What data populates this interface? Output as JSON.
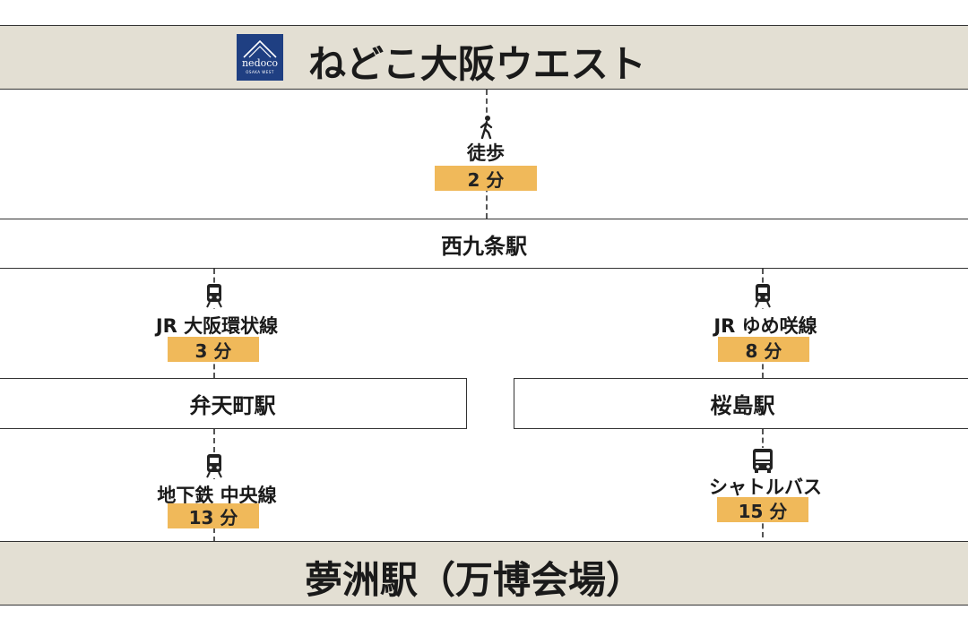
{
  "header": {
    "title": "ねどこ大阪ウエスト",
    "logo": {
      "text": "nedoco",
      "subtext": "OSAKA WEST"
    }
  },
  "walk": {
    "mode": "徒歩",
    "time": "2 分",
    "icon": "walking-person-icon"
  },
  "station_nishikujo": "西九条駅",
  "route_left": {
    "line": "JR 大阪環状線",
    "time": "3 分",
    "icon": "train-icon"
  },
  "route_right": {
    "line": "JR ゆめ咲線",
    "time": "8 分",
    "icon": "train-icon"
  },
  "station_bentencho": "弁天町駅",
  "station_sakurajima": "桜島駅",
  "route_left2": {
    "line": "地下鉄 中央線",
    "time": "13 分",
    "icon": "train-icon"
  },
  "route_right2": {
    "line": "シャトルバス",
    "time": "15 分",
    "icon": "bus-icon"
  },
  "destination": "夢洲駅（万博会場）",
  "colors": {
    "band": "#e3dfd3",
    "time_pill": "#f0b95a",
    "logo": "#1f3f82"
  }
}
